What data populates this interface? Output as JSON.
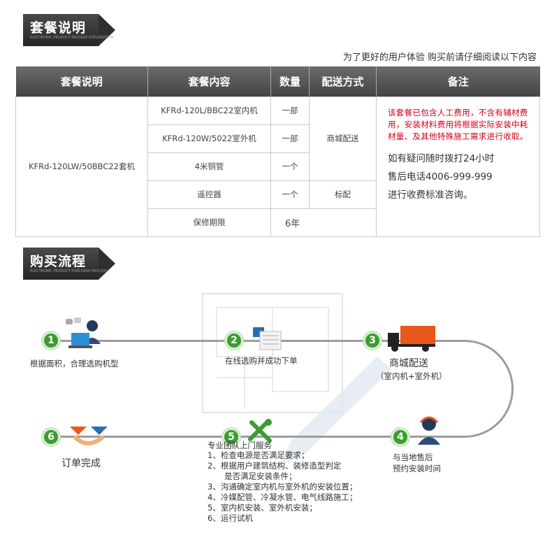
{
  "section1": {
    "title": "套餐说明",
    "sub": "ELECTRONIC PRODUCT PACKAGE EXPLANATION"
  },
  "notice": "为了更好的用户体验  购买前请仔细阅读以下内容",
  "table": {
    "headers": [
      "套餐说明",
      "套餐内容",
      "数量",
      "配送方式",
      "备注"
    ],
    "package_name": "KFRd-120LW/50BBC22套机",
    "rows": [
      {
        "content": "KFRd-120L/BBC22室内机",
        "qty": "一部"
      },
      {
        "content": "KFRd-120W/5022室外机",
        "qty": "一部"
      },
      {
        "content": "4米铜管",
        "qty": "一个"
      },
      {
        "content": "遥控器",
        "qty": "一个"
      },
      {
        "content": "保修期限",
        "qty": "6年"
      }
    ],
    "delivery_main": "商城配送",
    "delivery_remote": "标配",
    "remark_red": "该套餐已包含人工费用，不含有辅材费用，安装材料费用将根据实际安装中耗材量、及其他特殊施工需求进行收取。",
    "remark_lines": [
      "如有疑问随时拨打24小时",
      "售后电话4006-999-999",
      "进行收费标准咨询。"
    ]
  },
  "section2": {
    "title": "购买流程",
    "sub": "ELECTRONIC PRODUCT PURCHASE PROCESS"
  },
  "steps": [
    {
      "num": "1",
      "label": "根据面积，合理选购机型"
    },
    {
      "num": "2",
      "label": "在线选购并成功下单"
    },
    {
      "num": "3",
      "label": "商城配送",
      "sub": "（室内机+室外机）"
    },
    {
      "num": "4",
      "label": "与当地售后",
      "sub": "预约安装时间"
    },
    {
      "num": "5",
      "label": "专业团队上门服务",
      "items": [
        "1、检查电源是否满足要求；",
        "2、根据用户建筑结构、装修造型判定",
        "是否满足安装条件；",
        "3、沟通确定室内机与室外机的安装位置；",
        "4、冷媒配管、冷凝水管、电气线路施工；",
        "5、室内机安装、室外机安装；",
        "6、运行试机"
      ]
    },
    {
      "num": "6",
      "label": "订单完成"
    }
  ],
  "colors": {
    "step_green": "#3b9c33",
    "remark_red": "#d0021b",
    "truck_orange": "#e8581c",
    "header_gray": "#555555"
  }
}
